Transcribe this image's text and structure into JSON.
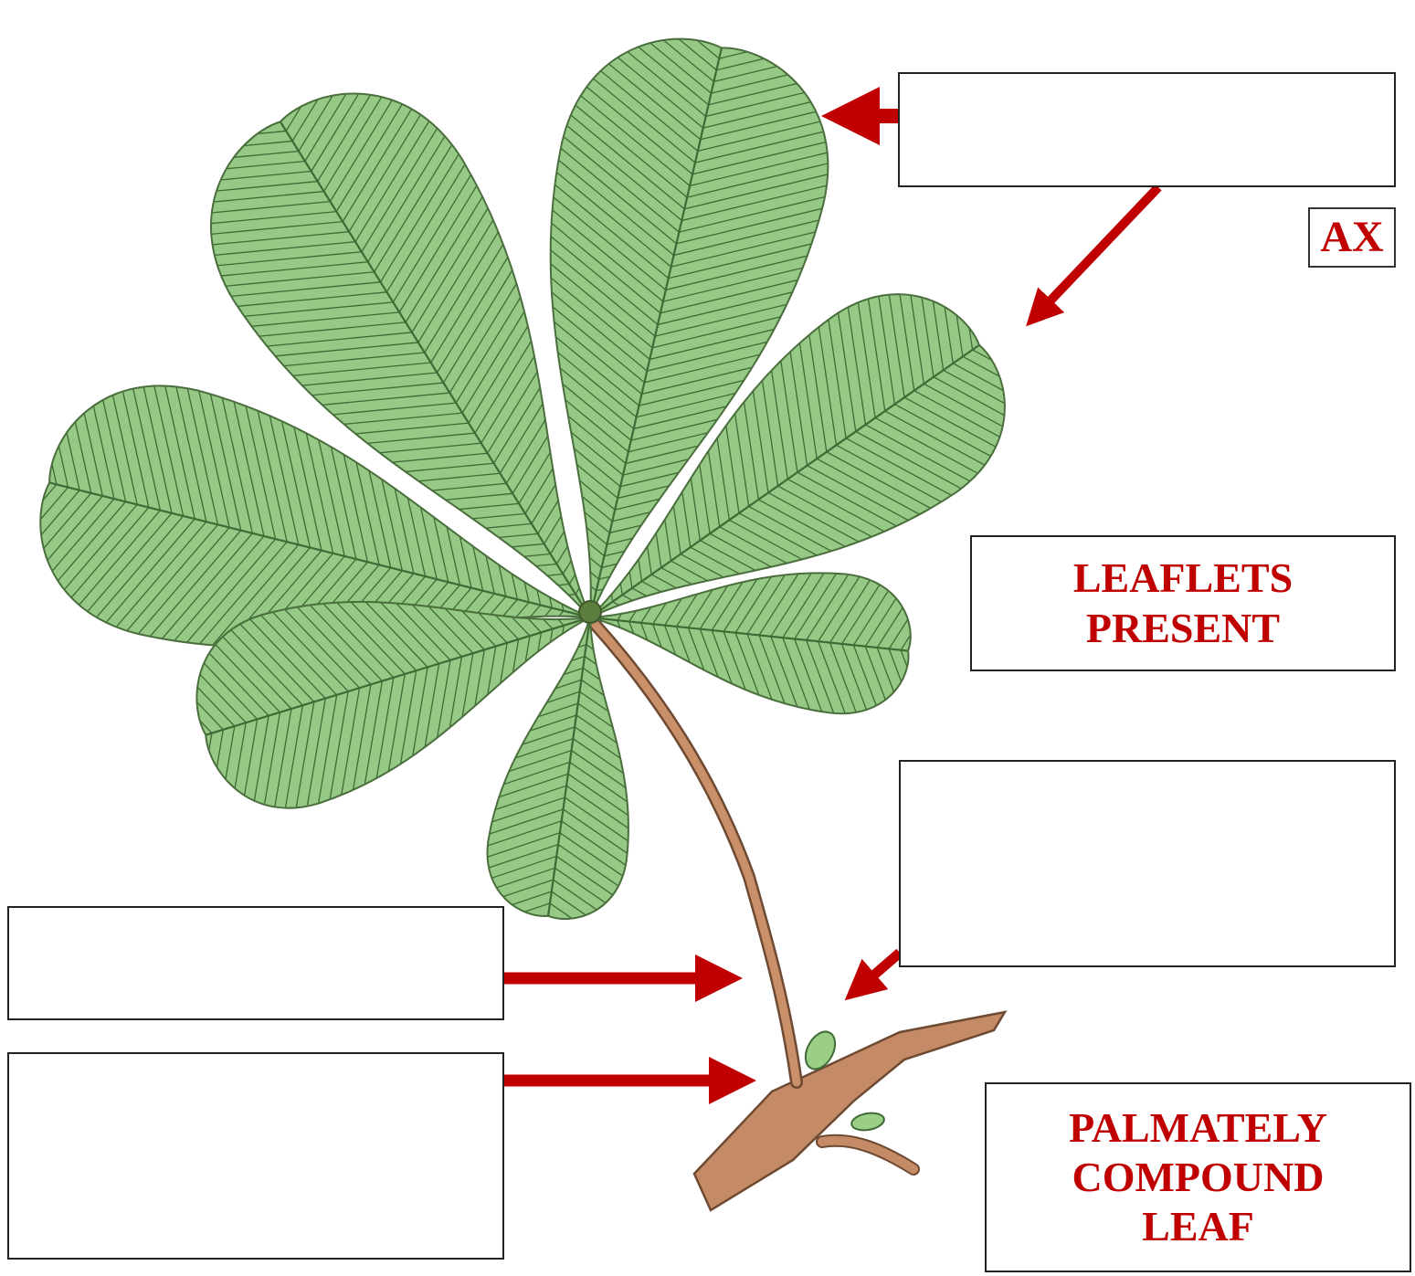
{
  "labels": {
    "ax": "AX",
    "leaflets": "LEAFLETS\nPRESENT",
    "palmately": "PALMATELY\nCOMPOUND\nLEAF"
  },
  "colors": {
    "arrow": "#c00000",
    "label_text": "#c00000",
    "leaf_fill": "#96c886",
    "leaf_vein": "#3f6a35",
    "stalk": "#c9906a",
    "stem": "#c58b66",
    "bud": "#9ccf86"
  }
}
